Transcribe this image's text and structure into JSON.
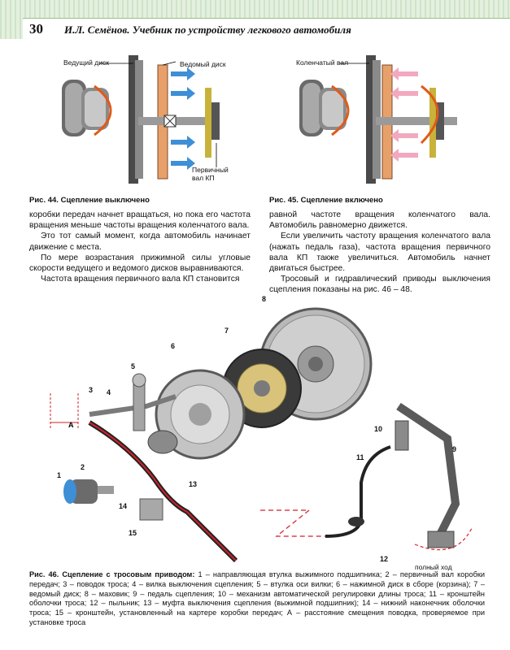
{
  "header": {
    "page_number": "30",
    "running_title": "И.Л. Семёнов. Учебник по устройству легкового автомобиля"
  },
  "fig44": {
    "label_drive_disk": "Ведущий диск",
    "label_driven_disk": "Ведомый диск",
    "label_input_shaft": "Первичный вал КП",
    "caption": "Рис. 44. Сцепление выключено"
  },
  "fig45": {
    "label_crankshaft": "Коленчатый вал",
    "caption": "Рис. 45. Сцепление включено"
  },
  "left_column": {
    "p1": "коробки передач начнет вращаться, но пока его частота вращения меньше частоты вращения коленчатого вала.",
    "p2": "Это тот самый момент, когда автомобиль начинает движение с места.",
    "p3": "По мере возрастания прижимной силы угловые скорости ведущего и ведомого дисков выравниваются.",
    "p4": "Частота вращения первичного вала КП становится"
  },
  "right_column": {
    "p1": "равной частоте вращения коленчатого вала. Автомобиль равномерно движется.",
    "p2": "Если увеличить частоту вращения коленчатого вала (нажать педаль газа), частота вращения первичного вала КП также увеличиться. Автомобиль начнет двигаться быстрее.",
    "p3": "Тросовый и гидравлический приводы выключения сцепления показаны на рис. 46 – 48."
  },
  "fig46": {
    "numbers": [
      "1",
      "2",
      "3",
      "4",
      "5",
      "6",
      "7",
      "8",
      "9",
      "10",
      "11",
      "12",
      "13",
      "14",
      "15"
    ],
    "label_A": "А",
    "label_free_play": "полный ход",
    "caption_title": "Рис. 46. Сцепление с тросовым приводом:",
    "caption_body": " 1 – направляющая втулка выжимного подшипника; 2 – первичный вал коробки передач; 3 – поводок троса; 4 – вилка выключения сцепления; 5 – втулка оси вилки; 6 – нажимной диск в сборе (корзина); 7 – ведомый диск; 8 – маховик; 9 – педаль сцепления; 10 – механизм автоматической регулировки длины троса; 11 – кронштейн оболочки троса; 12 – пыльник; 13 – муфта выключения сцепления (выжимной подшипник); 14 – нижний наконечник оболочки троса; 15 – кронштейн, установленный на картере коробки передач; А – расстояние смещения поводка, проверяемое при установке троса"
  },
  "colors": {
    "header_green": "#d9ead3",
    "arrow_blue": "#3d8fd6",
    "arrow_pink": "#f2a9c0",
    "disk_orange": "#e8a06a",
    "cable_red": "#d2222a"
  }
}
